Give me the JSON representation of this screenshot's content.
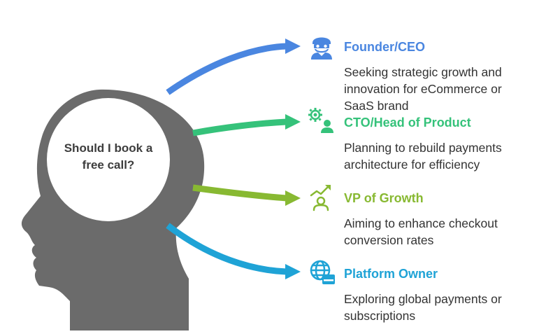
{
  "question": {
    "line1": "Should I book a",
    "line2": "free call?"
  },
  "colors": {
    "head": "#6b6b6b",
    "head_circle": "#ffffff",
    "founder": "#4a86e0",
    "cto": "#35c27a",
    "vp": "#88b932",
    "platform": "#1fa3d6"
  },
  "items": [
    {
      "title": "Founder/CEO",
      "description_lines": [
        "Seeking strategic growth and",
        "innovation for eCommerce or",
        "SaaS brand"
      ],
      "icon": "founder-icon"
    },
    {
      "title": "CTO/Head of Product",
      "description_lines": [
        "Planning to rebuild payments",
        "architecture for efficiency"
      ],
      "icon": "gear-person-icon"
    },
    {
      "title": "VP of Growth",
      "description_lines": [
        "Aiming to enhance checkout",
        "conversion rates"
      ],
      "icon": "growth-person-icon"
    },
    {
      "title": "Platform Owner",
      "description_lines": [
        "Exploring global payments or",
        "subscriptions"
      ],
      "icon": "globe-card-icon"
    }
  ]
}
